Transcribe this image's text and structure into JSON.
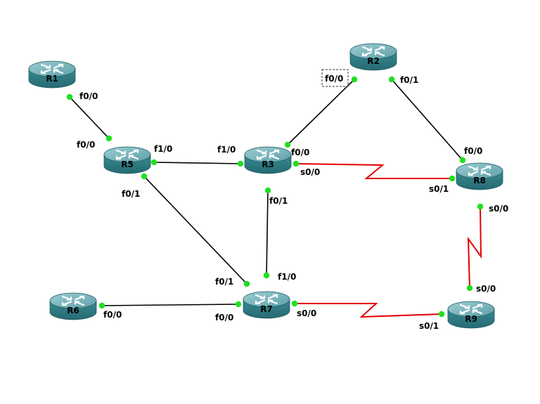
{
  "colors": {
    "ethernet_link": "#000000",
    "serial_link": "#e30000",
    "port_dot": "#1fe01f",
    "router_top": "#78b6bd",
    "router_side": "#2f7f88",
    "label": "#000000"
  },
  "routers": [
    {
      "id": "R1",
      "name": "R1"
    },
    {
      "id": "R2",
      "name": "R2"
    },
    {
      "id": "R3",
      "name": "R3"
    },
    {
      "id": "R5",
      "name": "R5"
    },
    {
      "id": "R6",
      "name": "R6"
    },
    {
      "id": "R7",
      "name": "R7"
    },
    {
      "id": "R8",
      "name": "R8"
    },
    {
      "id": "R9",
      "name": "R9"
    }
  ],
  "links": [
    {
      "id": "r1-r5",
      "type": "ethernet",
      "a": "R1",
      "a_port": "f0/0",
      "b": "R5",
      "b_port": "f0/0"
    },
    {
      "id": "r5-r3",
      "type": "ethernet",
      "a": "R5",
      "a_port": "f1/0",
      "b": "R3",
      "b_port": "f1/0"
    },
    {
      "id": "r5-r7",
      "type": "ethernet",
      "a": "R5",
      "a_port": "f0/1",
      "b": "R7",
      "b_port": "f0/1"
    },
    {
      "id": "r2-r3",
      "type": "ethernet",
      "a": "R2",
      "a_port": "f0/0",
      "b": "R3",
      "b_port": "f0/0"
    },
    {
      "id": "r2-r8",
      "type": "ethernet",
      "a": "R2",
      "a_port": "f0/1",
      "b": "R8",
      "b_port": "f0/0"
    },
    {
      "id": "r3-r7",
      "type": "ethernet",
      "a": "R3",
      "a_port": "f0/1",
      "b": "R7",
      "b_port": "f1/0"
    },
    {
      "id": "r6-r7",
      "type": "ethernet",
      "a": "R6",
      "a_port": "f0/0",
      "b": "R7",
      "b_port": "f0/0"
    },
    {
      "id": "r3-r8",
      "type": "serial",
      "a": "R3",
      "a_port": "s0/0",
      "b": "R8",
      "b_port": "s0/1"
    },
    {
      "id": "r8-r9",
      "type": "serial",
      "a": "R8",
      "a_port": "s0/0",
      "b": "R9",
      "b_port": "s0/0"
    },
    {
      "id": "r7-r9",
      "type": "serial",
      "a": "R7",
      "a_port": "s0/0",
      "b": "R9",
      "b_port": "s0/1"
    }
  ],
  "selected_port": {
    "router": "R2",
    "port": "f0/0"
  }
}
